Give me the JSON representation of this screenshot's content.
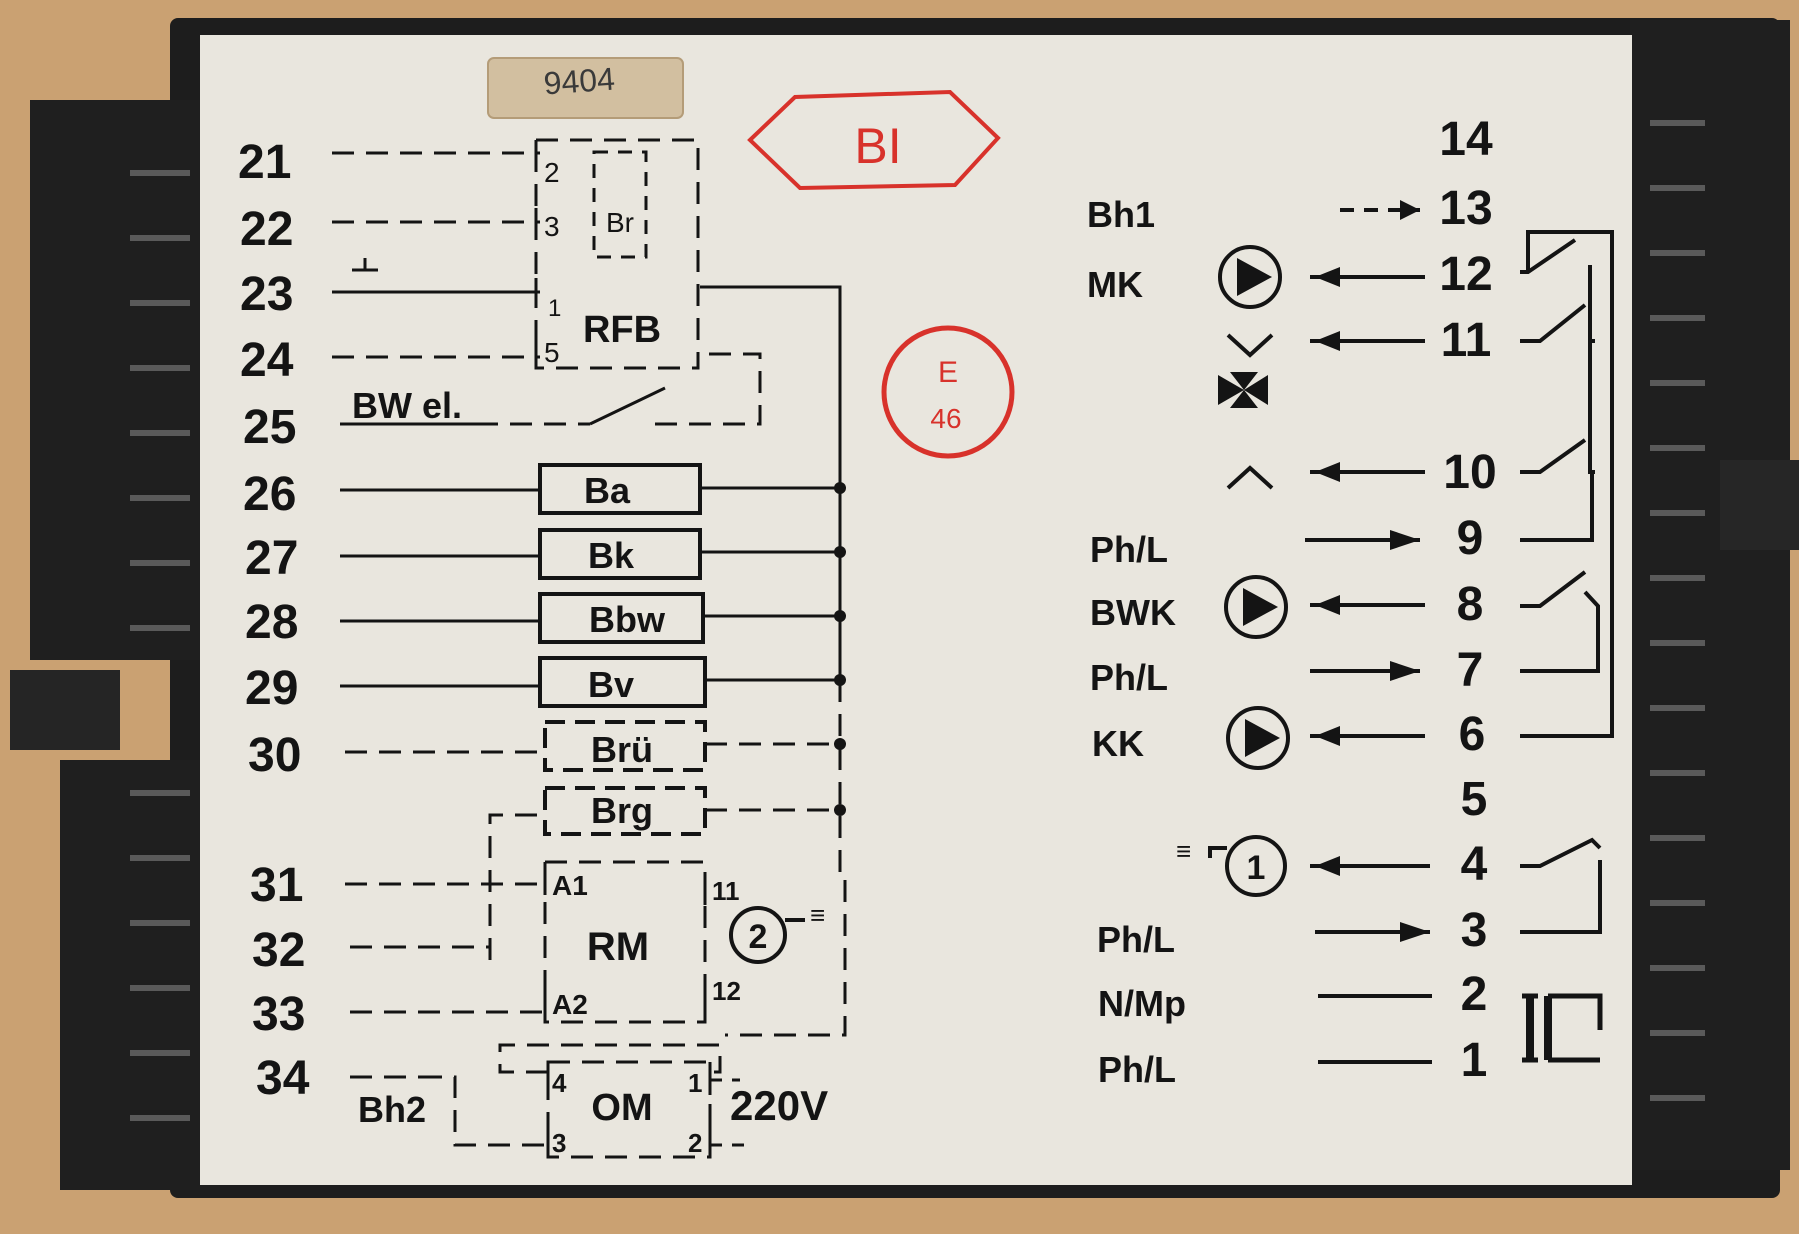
{
  "colors": {
    "background": "#caa172",
    "housing": "#1d1d1d",
    "plate": "#e9e6de",
    "ink": "#141414",
    "stamp_red": "#d8322b"
  },
  "label_sticker": {
    "text": "9404"
  },
  "stamp_hexagon": {
    "text": "BI"
  },
  "stamp_circle": {
    "line1": "E",
    "line2": "46"
  },
  "left_terminals": [
    "21",
    "22",
    "23",
    "24",
    "25",
    "26",
    "27",
    "28",
    "29",
    "30",
    "31",
    "32",
    "33",
    "34"
  ],
  "right_terminals": [
    "14",
    "13",
    "12",
    "11",
    "10",
    "9",
    "8",
    "7",
    "6",
    "5",
    "4",
    "3",
    "2",
    "1"
  ],
  "left_labels": {
    "bw_el": "BW el.",
    "bh2": "Bh2",
    "ground": "⊥",
    "voltage": "220V"
  },
  "rfb_block": {
    "label": "RFB",
    "br": "Br",
    "pins": [
      "2",
      "3",
      "1",
      "5"
    ]
  },
  "sensors": [
    "Ba",
    "Bk",
    "Bbw",
    "Bv",
    "Brü",
    "Brg"
  ],
  "rm_block": {
    "label": "RM",
    "pin_a1": "A1",
    "pin_a2": "A2",
    "pin_11": "11",
    "pin_12": "12",
    "motor_number": "2",
    "motor_mark": "≡"
  },
  "om_block": {
    "label": "OM",
    "pins": [
      "4",
      "1",
      "3",
      "2"
    ]
  },
  "right_labels": {
    "bh1": "Bh1",
    "mk": "MK",
    "ph_l_9": "Ph/L",
    "bwk": "BWK",
    "ph_l_7": "Ph/L",
    "kk": "KK",
    "ph_l_3": "Ph/L",
    "n_mp": "N/Mp",
    "ph_l_1": "Ph/L",
    "burner_number": "1",
    "burner_mark": "≡"
  },
  "icons": [
    "pump-icon",
    "valve-icon",
    "chevron-down-icon",
    "chevron-up-icon",
    "burner-fan-icon",
    "motor-fan-icon",
    "transformer-icon",
    "ground-icon"
  ]
}
